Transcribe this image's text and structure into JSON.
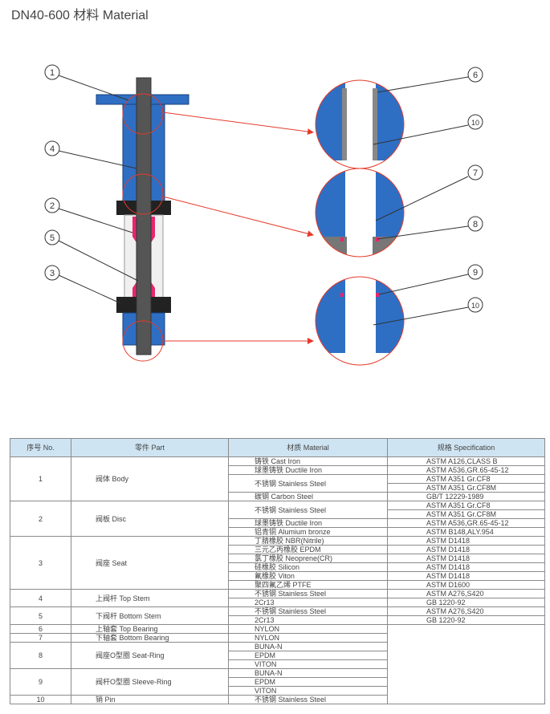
{
  "title": "DN40-600 材料 Material",
  "callouts": {
    "c1": "1",
    "c2": "2",
    "c3": "3",
    "c4": "4",
    "c5": "5",
    "c6": "6",
    "c7": "7",
    "c8": "8",
    "c9": "9",
    "c10a": "10",
    "c10b": "10"
  },
  "colors": {
    "blue": "#2e6fc4",
    "stem": "#555555",
    "disc": "#e8256e",
    "arrow": "#e53a2a",
    "header": "#cfe4f2"
  },
  "table": {
    "headers": [
      "序号 No.",
      "零件 Part",
      "材质 Material",
      "规格 Specification"
    ],
    "parts": [
      {
        "no": "1",
        "part": "阀体 Body",
        "materials": [
          {
            "name": "铸铁 Cast Iron",
            "specs": [
              "ASTM A126,CLASS B"
            ]
          },
          {
            "name": "球墨铸铁  Ductile Iron",
            "specs": [
              "ASTM A536,GR.65-45-12"
            ]
          },
          {
            "name": "不锈钢 Stainless Steel",
            "specs": [
              "ASTM A351 Gr.CF8",
              "ASTM A351 Gr.CF8M"
            ]
          },
          {
            "name": "碳钢 Carbon Steel",
            "specs": [
              "GB/T 12229-1989"
            ]
          }
        ]
      },
      {
        "no": "2",
        "part": "阀板 Disc",
        "materials": [
          {
            "name": "不锈钢 Stainless Steel",
            "specs": [
              "ASTM A351 Gr.CF8",
              "ASTM A351 Gr.CF8M"
            ]
          },
          {
            "name": "球墨铸铁  Ductile Iron",
            "specs": [
              "ASTM A536,GR.65-45-12"
            ]
          },
          {
            "name": "铝青铜 Alumium bronze",
            "specs": [
              "ASTM B148,ALY.954"
            ]
          }
        ]
      },
      {
        "no": "3",
        "part": "阀座 Seat",
        "materials": [
          {
            "name": "丁腈橡胶 NBR(Nitrile)",
            "specs": [
              "ASTM D1418"
            ]
          },
          {
            "name": "三元乙丙橡胶 EPDM",
            "specs": [
              "ASTM D1418"
            ]
          },
          {
            "name": "氯丁橡胶 Neoprene(CR)",
            "specs": [
              "ASTM D1418"
            ]
          },
          {
            "name": "硅橡胶 Silicon",
            "specs": [
              "ASTM D1418"
            ]
          },
          {
            "name": "氟橡胶 Viton",
            "specs": [
              "ASTM D1418"
            ]
          },
          {
            "name": "聚四氟乙烯 PTFE",
            "specs": [
              "ASTM D1600"
            ]
          }
        ]
      },
      {
        "no": "4",
        "part": "上阀杆 Top Stem",
        "materials": [
          {
            "name": "不锈钢 Stainless Steel",
            "specs": [
              "ASTM A276,S420"
            ]
          },
          {
            "name": "2Cr13",
            "specs": [
              "GB 1220-92"
            ]
          }
        ]
      },
      {
        "no": "5",
        "part": "下阀杆 Bottom Stem",
        "materials": [
          {
            "name": "不锈钢 Stainless Steel",
            "specs": [
              "ASTM A276,S420"
            ]
          },
          {
            "name": "2Cr13",
            "specs": [
              "GB 1220-92"
            ]
          }
        ]
      },
      {
        "no": "6",
        "part": "上轴套 Top Bearing",
        "materials": [
          {
            "name": "NYLON",
            "specs": []
          }
        ]
      },
      {
        "no": "7",
        "part": "下轴套 Bottom Bearing",
        "materials": [
          {
            "name": "NYLON",
            "specs": []
          }
        ]
      },
      {
        "no": "8",
        "part": "阀座O型圈 Seat-Ring",
        "materials": [
          {
            "name": "BUNA-N",
            "specs": []
          },
          {
            "name": "EPDM",
            "specs": []
          },
          {
            "name": "VITON",
            "specs": []
          }
        ]
      },
      {
        "no": "9",
        "part": "阀杆O型圈 Sleeve-Ring",
        "materials": [
          {
            "name": "BUNA-N",
            "specs": []
          },
          {
            "name": "EPDM",
            "specs": []
          },
          {
            "name": "VITON",
            "specs": []
          }
        ]
      },
      {
        "no": "10",
        "part": "销 Pin",
        "materials": [
          {
            "name": "不锈钢 Stainless Steel",
            "specs": []
          }
        ]
      }
    ]
  }
}
